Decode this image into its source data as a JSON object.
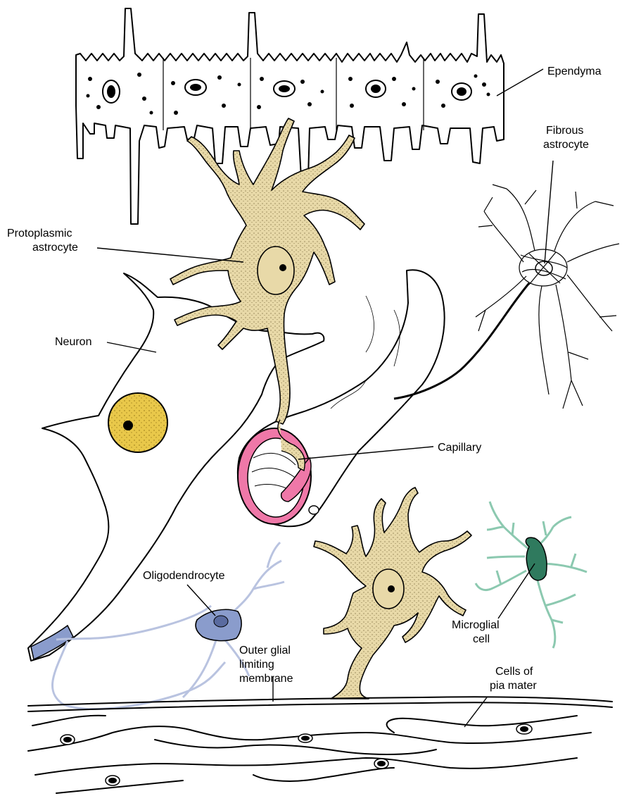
{
  "labels": {
    "ependyma": "Ependyma",
    "fibrous_1": "Fibrous",
    "fibrous_2": "astrocyte",
    "protoplasmic_1": "Protoplasmic",
    "protoplasmic_2": "astrocyte",
    "neuron": "Neuron",
    "capillary": "Capillary",
    "oligodendrocyte": "Oligodendrocyte",
    "microglial_1": "Microglial",
    "microglial_2": "cell",
    "outer_glial_1": "Outer glial",
    "outer_glial_2": "limiting",
    "outer_glial_3": "membrane",
    "pia_1": "Cells of",
    "pia_2": "pia mater"
  },
  "colors": {
    "astrocyte": "#e8d9a8",
    "neuron": "#fbed73",
    "neuron_nucleus": "#e9c84a",
    "capillary": "#ef78a8",
    "oligodendrocyte": "#8a9ccc",
    "oligo_process": "#b9c3e0",
    "microglia": "#8cc9b0",
    "microglia_body": "#2f7a5e",
    "ink": "#000000"
  }
}
